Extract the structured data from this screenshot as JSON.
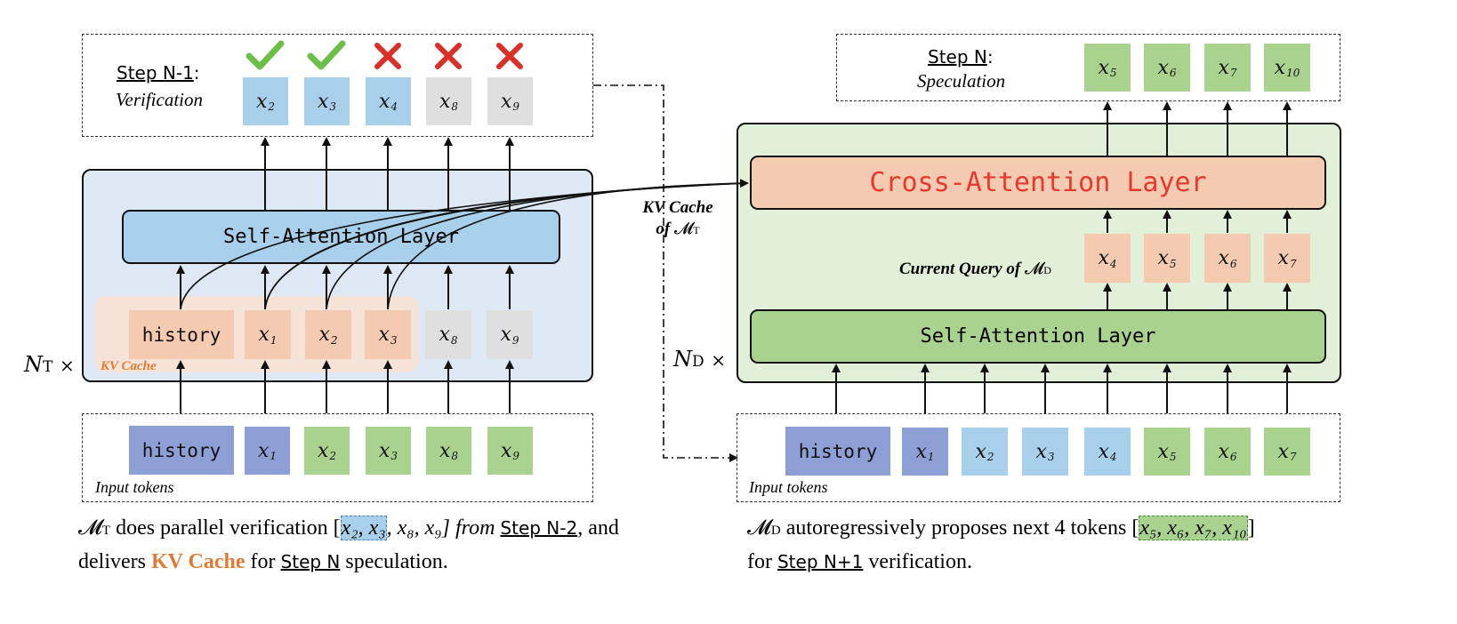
{
  "left": {
    "step_title": "Step N-1",
    "step_colon": ":",
    "step_sub": "Verification",
    "outputs": [
      {
        "base": "x",
        "sub": "2",
        "color": "blue",
        "mark": "check"
      },
      {
        "base": "x",
        "sub": "3",
        "color": "blue",
        "mark": "check"
      },
      {
        "base": "x",
        "sub": "4",
        "color": "blue",
        "mark": "cross"
      },
      {
        "base": "x",
        "sub": "8",
        "color": "gray",
        "mark": "cross"
      },
      {
        "base": "x",
        "sub": "9",
        "color": "gray",
        "mark": "cross"
      }
    ],
    "layer_label": "Self-Attention Layer",
    "history_label": "history",
    "kv_cache_label": "KV Cache",
    "hidden_tokens": [
      {
        "base": "x",
        "sub": "1",
        "color": "peach"
      },
      {
        "base": "x",
        "sub": "2",
        "color": "peach"
      },
      {
        "base": "x",
        "sub": "3",
        "color": "peach"
      },
      {
        "base": "x",
        "sub": "8",
        "color": "gray"
      },
      {
        "base": "x",
        "sub": "9",
        "color": "gray"
      }
    ],
    "repeat_label": "N",
    "repeat_sub": "T",
    "repeat_times": "×",
    "input_history": "history",
    "input_tokens": [
      {
        "base": "x",
        "sub": "1",
        "color": "purple"
      },
      {
        "base": "x",
        "sub": "2",
        "color": "green"
      },
      {
        "base": "x",
        "sub": "3",
        "color": "green"
      },
      {
        "base": "x",
        "sub": "8",
        "color": "green"
      },
      {
        "base": "x",
        "sub": "9",
        "color": "green"
      }
    ],
    "input_label": "Input tokens"
  },
  "middle": {
    "kv_line1": "KV Cache",
    "kv_line2_a": "of",
    "kv_line2_b": "𝓜",
    "kv_line2_sub": "T"
  },
  "right": {
    "step_title": "Step N",
    "step_colon": ":",
    "step_sub": "Speculation",
    "outputs": [
      {
        "base": "x",
        "sub": "5"
      },
      {
        "base": "x",
        "sub": "6"
      },
      {
        "base": "x",
        "sub": "7"
      },
      {
        "base": "x",
        "sub": "10"
      }
    ],
    "cross_layer_label": "Cross-Attention Layer",
    "query_label": "Current Query of",
    "query_m": "𝓜",
    "query_sub": "D",
    "query_tokens": [
      {
        "base": "x",
        "sub": "4"
      },
      {
        "base": "x",
        "sub": "5"
      },
      {
        "base": "x",
        "sub": "6"
      },
      {
        "base": "x",
        "sub": "7"
      }
    ],
    "self_layer_label": "Self-Attention Layer",
    "repeat_label": "N",
    "repeat_sub": "D",
    "repeat_times": "×",
    "input_history": "history",
    "input_tokens": [
      {
        "base": "x",
        "sub": "1",
        "color": "purple"
      },
      {
        "base": "x",
        "sub": "2",
        "color": "blue"
      },
      {
        "base": "x",
        "sub": "3",
        "color": "blue"
      },
      {
        "base": "x",
        "sub": "4",
        "color": "blue"
      },
      {
        "base": "x",
        "sub": "5",
        "color": "green"
      },
      {
        "base": "x",
        "sub": "6",
        "color": "green"
      },
      {
        "base": "x",
        "sub": "7",
        "color": "green"
      }
    ],
    "input_label": "Input tokens"
  },
  "captions": {
    "left": {
      "m": "𝓜",
      "m_sub": "T",
      "t1": " does parallel verification [",
      "hl": "x₂, x₃",
      "t2": ", x₈, x₉] from ",
      "step": "Step N-2",
      "t3": ", and delivers ",
      "kv": "KV Cache",
      "t4": " for ",
      "step2": "Step N",
      "t5": " speculation."
    },
    "right": {
      "m": "𝓜",
      "m_sub": "D",
      "t1": " autoregressively proposes next 4 tokens [",
      "hl": "x₅, x₆, x₇, x₁₀",
      "t2": "]",
      "t3": "for ",
      "step": "Step N+1",
      "t4": " verification."
    }
  },
  "colors": {
    "blue_token": "#a9d0ea",
    "gray_token": "#dfdfdf",
    "peach_token": "#f4cbb0",
    "green_token": "#a9d28f",
    "purple_token": "#8e9fd6",
    "left_panel_bg": "#dde8f4",
    "right_panel_bg": "#e3f0d9",
    "cross_layer_bg": "#f4cbb0",
    "cross_layer_text": "#e8372f",
    "kv_cache_orange": "#e07b35",
    "check_green": "#6cc04a",
    "cross_red": "#d9302a"
  }
}
